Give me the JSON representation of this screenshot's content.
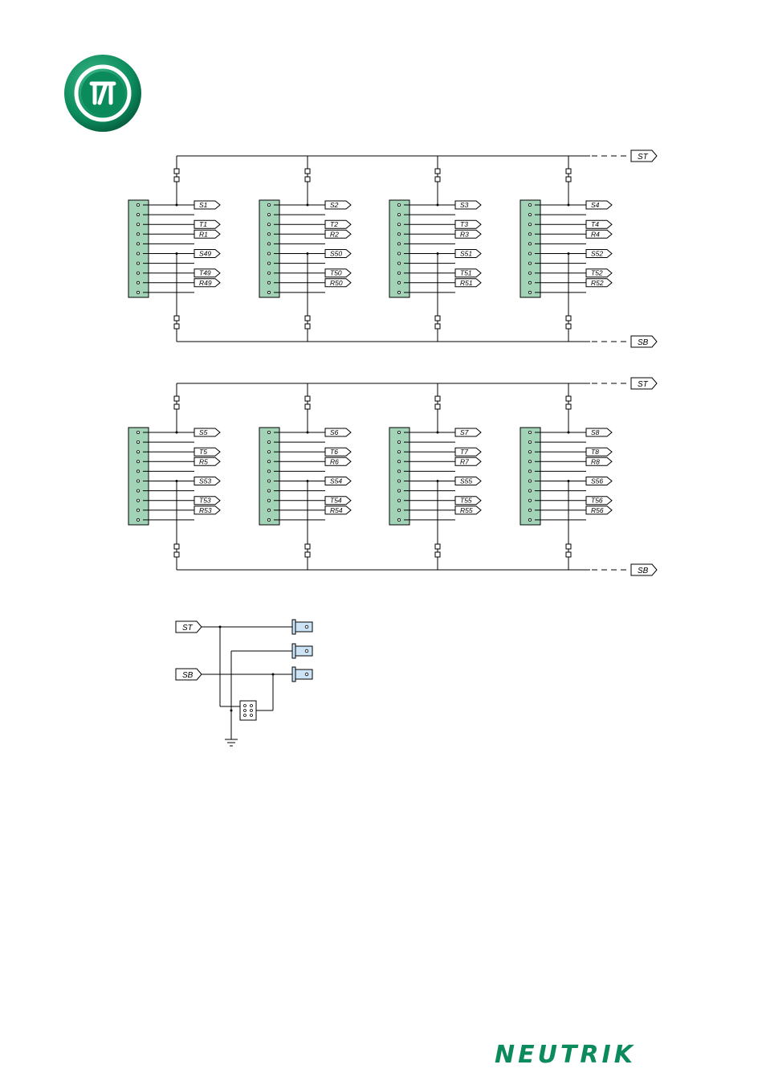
{
  "brand": {
    "name": "NEUTRIK",
    "color": "#0b8a5c"
  },
  "colors": {
    "connector": "#a3d3b7",
    "jack": "#cde4f7",
    "logo": "#0b8a5c"
  },
  "bus_labels": {
    "top": "ST",
    "bottom": "SB"
  },
  "bank1": {
    "modules": [
      {
        "labels": [
          "S1",
          "T1",
          "R1",
          "S49",
          "T49",
          "R49"
        ]
      },
      {
        "labels": [
          "S2",
          "T2",
          "R2",
          "S50",
          "T50",
          "R50"
        ]
      },
      {
        "labels": [
          "S3",
          "T3",
          "R3",
          "S51",
          "T51",
          "R51"
        ]
      },
      {
        "labels": [
          "S4",
          "T4",
          "R4",
          "S52",
          "T52",
          "R52"
        ]
      }
    ]
  },
  "bank2": {
    "modules": [
      {
        "labels": [
          "S5",
          "T5",
          "R5",
          "S53",
          "T53",
          "R53"
        ]
      },
      {
        "labels": [
          "S6",
          "T6",
          "R6",
          "S54",
          "T54",
          "R54"
        ]
      },
      {
        "labels": [
          "S7",
          "T7",
          "R7",
          "S55",
          "T55",
          "R55"
        ]
      },
      {
        "labels": [
          "S8",
          "T8",
          "R8",
          "S56",
          "T56",
          "R56"
        ]
      }
    ]
  },
  "ground_block": {
    "inputs": [
      "ST",
      "SB"
    ]
  }
}
